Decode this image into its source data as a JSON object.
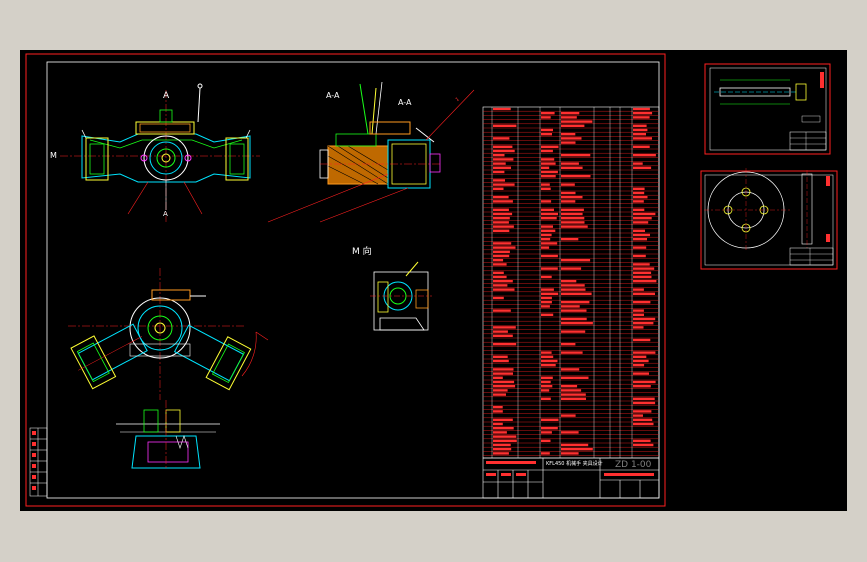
{
  "drawing": {
    "view_labels": {
      "section_a_top": "A",
      "section_a_bottom": "A",
      "section_aa_1": "A-A",
      "section_aa_2": "A-A",
      "view_m": "M 向",
      "side_marker": "M"
    },
    "title_block": {
      "drawing_number": "ZD 1-00",
      "title": "KFL450 机械手 夹具设计"
    },
    "colors": {
      "background": "#000000",
      "border": "#ff2020",
      "frame": "#ffffff",
      "center_line": "#ff2020",
      "outline": "#ffffff",
      "part_cyan": "#00e5ff",
      "part_green": "#19ff19",
      "part_yellow": "#ffff33",
      "part_orange": "#ff9a1f",
      "part_magenta": "#ff33ff",
      "hatch_orange": "#ff8c00"
    }
  }
}
